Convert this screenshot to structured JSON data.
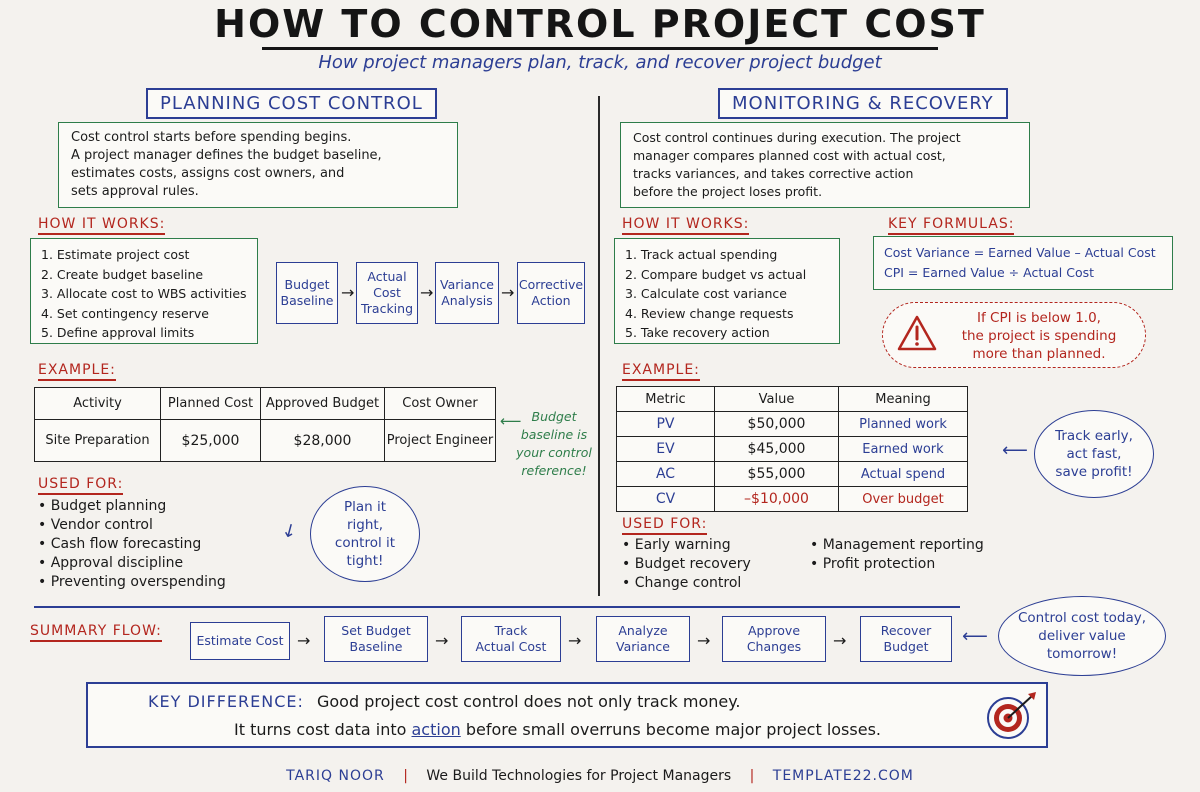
{
  "title": "HOW TO CONTROL PROJECT COST",
  "subtitle": "How project managers plan, track, and recover project budget",
  "left": {
    "heading": "PLANNING COST CONTROL",
    "intro": [
      "Cost control starts before spending begins.",
      "A project manager defines the budget baseline,",
      "estimates costs, assigns cost owners, and",
      "sets approval rules."
    ],
    "how_label": "HOW IT WORKS:",
    "steps": [
      "1. Estimate project cost",
      "2. Create budget baseline",
      "3. Allocate cost to WBS activities",
      "4. Set contingency reserve",
      "5. Define approval limits"
    ],
    "flow": [
      [
        "Budget",
        "Baseline"
      ],
      [
        "Actual",
        "Cost",
        "Tracking"
      ],
      [
        "Variance",
        "Analysis"
      ],
      [
        "Corrective",
        "Action"
      ]
    ],
    "example_label": "EXAMPLE:",
    "table": {
      "headers": [
        "Activity",
        "Planned Cost",
        "Approved Budget",
        "Cost Owner"
      ],
      "row": [
        "Site Preparation",
        "$25,000",
        "$28,000",
        "Project Engineer"
      ]
    },
    "note": [
      "Budget",
      "baseline is",
      "your control",
      "reference!"
    ],
    "used_label": "USED FOR:",
    "used": [
      "Budget planning",
      "Vendor control",
      "Cash flow forecasting",
      "Approval discipline",
      "Preventing overspending"
    ],
    "cloud": [
      "Plan it",
      "right,",
      "control it",
      "tight!"
    ]
  },
  "right": {
    "heading": "MONITORING & RECOVERY",
    "intro": [
      "Cost control continues during execution. The project",
      "manager compares planned cost with actual cost,",
      "tracks variances, and takes corrective action",
      "before the project loses profit."
    ],
    "how_label": "HOW IT WORKS:",
    "steps": [
      "1. Track actual spending",
      "2. Compare budget vs actual",
      "3. Calculate cost variance",
      "4. Review change requests",
      "5. Take recovery action"
    ],
    "formulas_label": "KEY FORMULAS:",
    "formulas": [
      "Cost Variance = Earned Value – Actual Cost",
      "CPI = Earned Value ÷ Actual Cost"
    ],
    "warning": [
      "If CPI is below 1.0,",
      "the project is spending",
      "more than planned."
    ],
    "example_label": "EXAMPLE:",
    "table": {
      "headers": [
        "Metric",
        "Value",
        "Meaning"
      ],
      "rows": [
        [
          "PV",
          "$50,000",
          "Planned work"
        ],
        [
          "EV",
          "$45,000",
          "Earned work"
        ],
        [
          "AC",
          "$55,000",
          "Actual spend"
        ],
        [
          "CV",
          "–$10,000",
          "Over budget"
        ]
      ]
    },
    "cloud": [
      "Track early,",
      "act fast,",
      "save profit!"
    ],
    "used_label": "USED FOR:",
    "used_col1": [
      "Early warning",
      "Budget recovery",
      "Change control"
    ],
    "used_col2": [
      "Management reporting",
      "Profit protection"
    ]
  },
  "summary": {
    "label": "SUMMARY FLOW:",
    "flow": [
      [
        "Estimate Cost"
      ],
      [
        "Set Budget",
        "Baseline"
      ],
      [
        "Track",
        "Actual Cost"
      ],
      [
        "Analyze",
        "Variance"
      ],
      [
        "Approve",
        "Changes"
      ],
      [
        "Recover",
        "Budget"
      ]
    ],
    "cloud": [
      "Control cost today,",
      "deliver value",
      "tomorrow!"
    ]
  },
  "key_difference": {
    "label": "KEY DIFFERENCE:",
    "line1": "Good project cost control does not only track money.",
    "line2_pre": "It turns cost data into",
    "line2_action": "action",
    "line2_post": "before small overruns become major project losses."
  },
  "footer": {
    "name": "TARIQ NOOR",
    "tagline": "We Build Technologies for Project Managers",
    "site": "TEMPLATE22.COM"
  },
  "icons": [
    "warning-icon",
    "target-icon"
  ],
  "colors": {
    "blue": "#2c3e94",
    "red": "#b3261e",
    "green": "#2e7d4a"
  }
}
